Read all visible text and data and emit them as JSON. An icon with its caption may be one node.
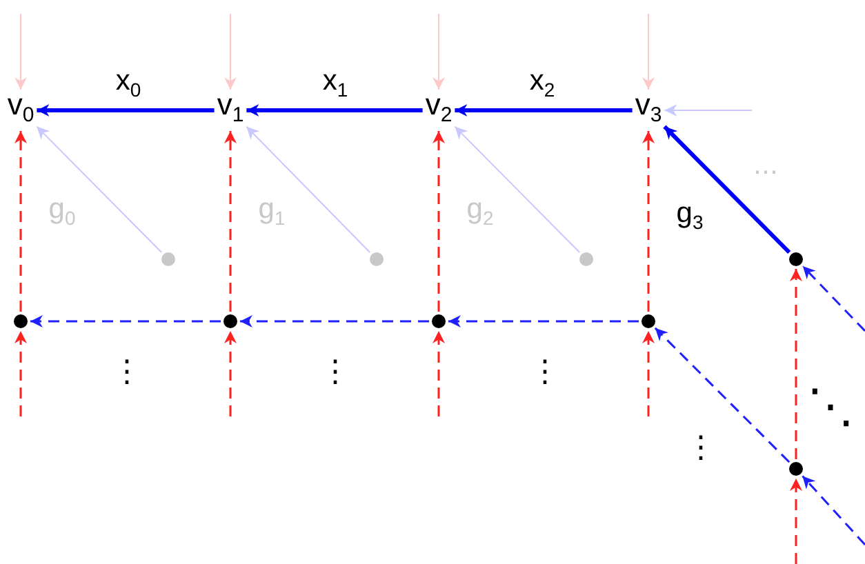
{
  "diagram": {
    "nodes": [
      {
        "text": [
          "v$_{0}$"
        ]
      },
      {
        "text": [
          "v$_{1}$"
        ]
      },
      {
        "text": [
          "v$_{2}$"
        ]
      },
      {
        "text": [
          "v$_{3}$"
        ]
      },
      {
        "text": [],
        "shape": "circle"
      },
      {
        "text": [],
        "shape": "circle"
      },
      {
        "text": [],
        "shape": "circle"
      },
      {
        "text": [],
        "shape": "circle"
      },
      {
        "text": [],
        "shape": "circle"
      },
      {
        "text": [],
        "shape": "circle"
      },
      {
        "text": [],
        "shape": "circle"
      },
      {
        "text": [],
        "shape": "circle"
      },
      {
        "text": [],
        "shape": "circle"
      }
    ],
    "edges": [
      {
        "from": null,
        "to": 0,
        "arrow": "to",
        "color": "#ffc8c8"
      },
      {
        "from": null,
        "to": 1,
        "arrow": "to",
        "color": "#ffc8c8"
      },
      {
        "from": null,
        "to": 2,
        "arrow": "to",
        "color": "#ffc8c8"
      },
      {
        "from": null,
        "to": 3,
        "arrow": "to",
        "color": "#ffc8c8"
      },
      {
        "from": 1,
        "to": 0,
        "arrow": "to",
        "label": "x$_{0}$",
        "style": "thick",
        "color": "#0000ff"
      },
      {
        "from": 2,
        "to": 1,
        "arrow": "to",
        "label": "x$_{1}$",
        "style": "thick",
        "color": "#0000ff"
      },
      {
        "from": 3,
        "to": 2,
        "arrow": "to",
        "label": "x$_{2}$",
        "style": "thick",
        "color": "#0000ff"
      },
      {
        "from": null,
        "to": 3,
        "arrow": "to",
        "color": "#c8c8ff"
      },
      {
        "from": 4,
        "to": 0,
        "arrow": "to",
        "label": "g$_{0}$",
        "color": "#c8c8ff"
      },
      {
        "from": 5,
        "to": 1,
        "arrow": "to",
        "label": "g$_{1}$",
        "color": "#c8c8ff"
      },
      {
        "from": 6,
        "to": 2,
        "arrow": "to",
        "label": "g$_{2}$",
        "color": "#c8c8ff"
      },
      {
        "from": 7,
        "to": 3,
        "arrow": "to",
        "label": "g$_{3}$",
        "style": "thick",
        "color": "#0000ff"
      },
      {
        "from": 8,
        "to": 0,
        "arrow": "to",
        "style": "dashed",
        "color": "#ff2020"
      },
      {
        "from": 9,
        "to": 1,
        "arrow": "to",
        "style": "dashed",
        "color": "#ff2020"
      },
      {
        "from": 10,
        "to": 2,
        "arrow": "to",
        "style": "dashed",
        "color": "#ff2020"
      },
      {
        "from": 11,
        "to": 3,
        "arrow": "to",
        "style": "dashed",
        "color": "#ff2020"
      },
      {
        "from": null,
        "to": 8,
        "arrow": "to",
        "style": "dashed",
        "color": "#ff2020"
      },
      {
        "from": null,
        "to": 9,
        "arrow": "to",
        "style": "dashed",
        "color": "#ff2020"
      },
      {
        "from": null,
        "to": 10,
        "arrow": "to",
        "style": "dashed",
        "color": "#ff2020"
      },
      {
        "from": null,
        "to": 11,
        "arrow": "to",
        "style": "dashed",
        "color": "#ff2020"
      },
      {
        "from": 9,
        "to": 8,
        "arrow": "to",
        "style": "dashed",
        "color": "#2020ff"
      },
      {
        "from": 10,
        "to": 9,
        "arrow": "to",
        "style": "dashed",
        "color": "#2020ff"
      },
      {
        "from": 11,
        "to": 10,
        "arrow": "to",
        "style": "dashed",
        "color": "#2020ff"
      },
      {
        "from": 12,
        "to": 11,
        "arrow": "to",
        "style": "dashed",
        "color": "#2020ff"
      },
      {
        "from": 12,
        "to": 7,
        "arrow": "to",
        "style": "dashed",
        "color": "#ff2020"
      },
      {
        "from": null,
        "to": 12,
        "arrow": "to",
        "style": "dashed",
        "color": "#ff2020"
      },
      {
        "from": null,
        "to": 7,
        "arrow": "to",
        "style": "dashed",
        "color": "#2020ff"
      },
      {
        "from": null,
        "to": 12,
        "arrow": "to",
        "style": "dashed",
        "color": "#2020ff"
      }
    ],
    "labels": [
      "⋯",
      "⋮",
      "⋮",
      "⋮",
      "⋮",
      "⋱"
    ]
  }
}
